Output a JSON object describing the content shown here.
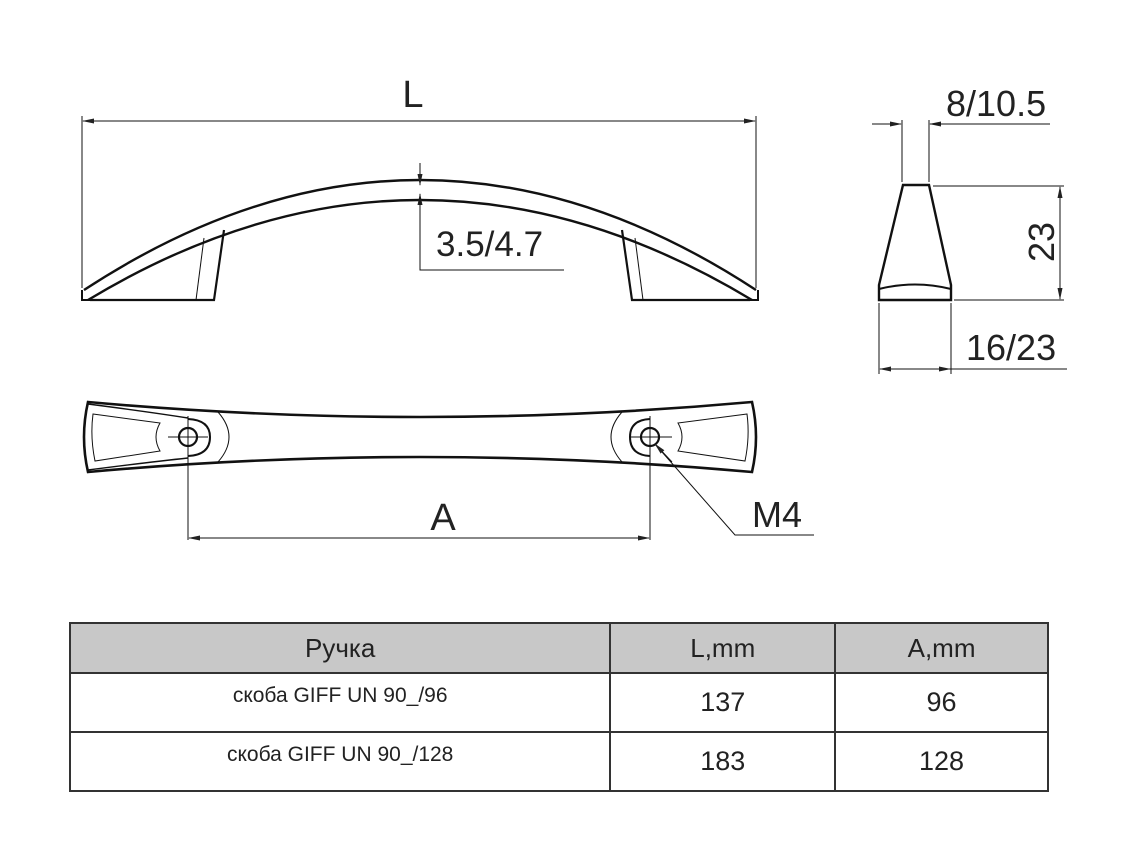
{
  "drawing": {
    "side_view": {
      "length_label": "L",
      "thickness_label": "3.5/4.7"
    },
    "end_view": {
      "top_width_label": "8/10.5",
      "height_label": "23",
      "bottom_width_label": "16/23"
    },
    "top_view": {
      "hole_spacing_label": "A",
      "thread_label": "M4"
    }
  },
  "table": {
    "headers": [
      "Ручка",
      "L,mm",
      "A,mm"
    ],
    "rows": [
      {
        "name": "скоба GIFF UN 90_/96",
        "L": "137",
        "A": "96"
      },
      {
        "name": "скоба GIFF UN 90_/128",
        "L": "183",
        "A": "128"
      }
    ]
  }
}
